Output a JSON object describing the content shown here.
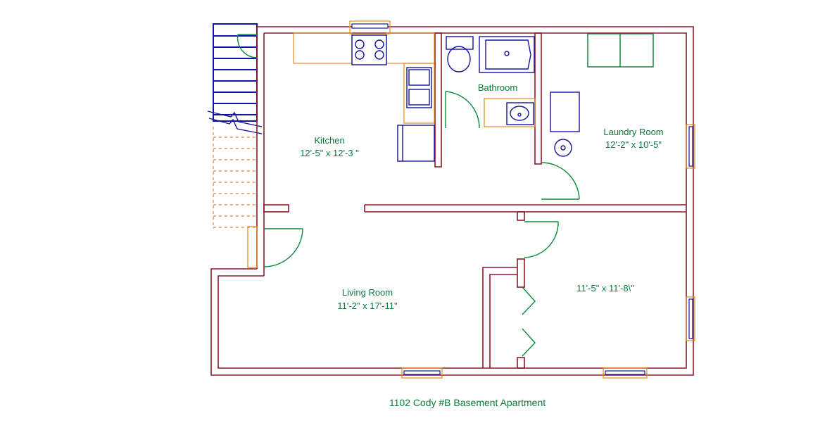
{
  "rooms": {
    "kitchen": {
      "name": "Kitchen",
      "size": "12'-5\" x 12'-3 \""
    },
    "bathroom": {
      "name": "Bathroom"
    },
    "laundry": {
      "name": "Laundry Room",
      "size": "12'-2\" x 10'-5\""
    },
    "living": {
      "name": "Living Room",
      "size": "11'-2\" x 17'-11\""
    },
    "bedroom": {
      "size": "11'-5\" x 11'-8\\\""
    }
  },
  "caption": "1102 Cody #B  Basement Apartment",
  "colors": {
    "wall": "#8b1a2a",
    "door": "#0a8a3a",
    "fixture": "#1414a0",
    "cabinet": "#e08a1a",
    "text": "#0a7a3a"
  }
}
